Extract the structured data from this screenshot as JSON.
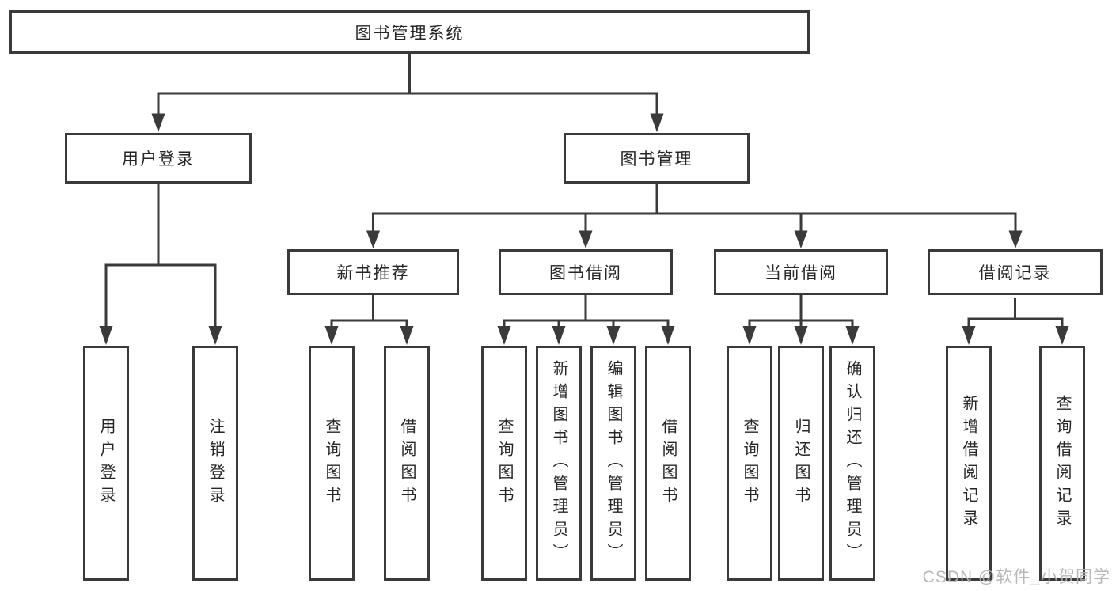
{
  "tree": {
    "root": {
      "label": "图书管理系统"
    },
    "branches": [
      {
        "label": "用户登录",
        "children": [
          {
            "label": "用户登录"
          },
          {
            "label": "注销登录"
          }
        ]
      },
      {
        "label": "图书管理",
        "children": [
          {
            "label": "新书推荐",
            "children": [
              {
                "label": "查询图书"
              },
              {
                "label": "借阅图书"
              }
            ]
          },
          {
            "label": "图书借阅",
            "children": [
              {
                "label": "查询图书"
              },
              {
                "label": "新增图书（管理员）"
              },
              {
                "label": "编辑图书（管理员）"
              },
              {
                "label": "借阅图书"
              }
            ]
          },
          {
            "label": "当前借阅",
            "children": [
              {
                "label": "查询图书"
              },
              {
                "label": "归还图书"
              },
              {
                "label": "确认归还（管理员）"
              }
            ]
          },
          {
            "label": "借阅记录",
            "children": [
              {
                "label": "新增借阅记录"
              },
              {
                "label": "查询借阅记录"
              }
            ]
          }
        ]
      }
    ]
  },
  "watermark": {
    "text": "CSDN @软件_小贺同学"
  },
  "colors": {
    "line": "#3a3a3a",
    "text": "#262626",
    "watermark": "#b3b3b3",
    "background": "#ffffff"
  }
}
